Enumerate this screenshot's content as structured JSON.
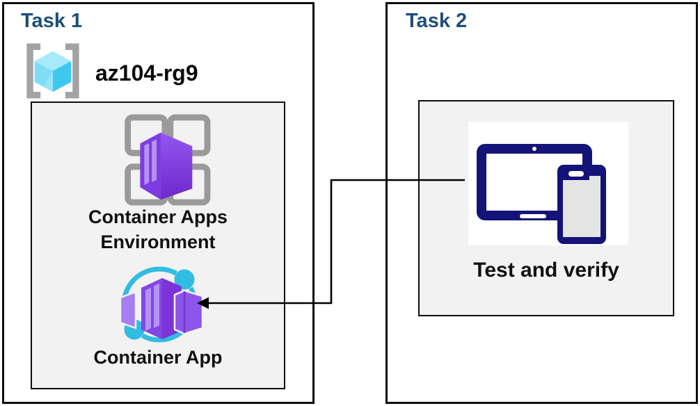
{
  "diagram": {
    "task1": {
      "title": "Task 1",
      "resource_group": {
        "icon": "resource-group-icon",
        "name": "az104-rg9"
      },
      "environment": {
        "icon": "container-apps-environment-icon",
        "label_line1": "Container Apps",
        "label_line2": "Environment"
      },
      "container_app": {
        "icon": "container-app-icon",
        "label": "Container App"
      }
    },
    "task2": {
      "title": "Task 2",
      "test": {
        "icon": "devices-icon",
        "label": "Test and verify"
      }
    },
    "connector": {
      "type": "elbow-arrow",
      "from": "devices-icon",
      "to": "container-app-icon"
    }
  },
  "colors": {
    "title_blue": "#1f4e79",
    "border": "#0d0d0d",
    "inner_box_bg": "#f2f2f2",
    "label_text": "#111111",
    "purple_main": "#8a4fe8",
    "purple_dark": "#7229cf",
    "purple_light": "#b493f3",
    "cyan": "#31bce1",
    "bracket_gray": "#a3a3a3",
    "grid_gray": "#9a9a9a",
    "device_navy": "#131378",
    "cube_top": "#a6eafb",
    "cube_left": "#7fdef6",
    "cube_right": "#3ec8ef",
    "phone_screen": "#e4e4e4"
  }
}
